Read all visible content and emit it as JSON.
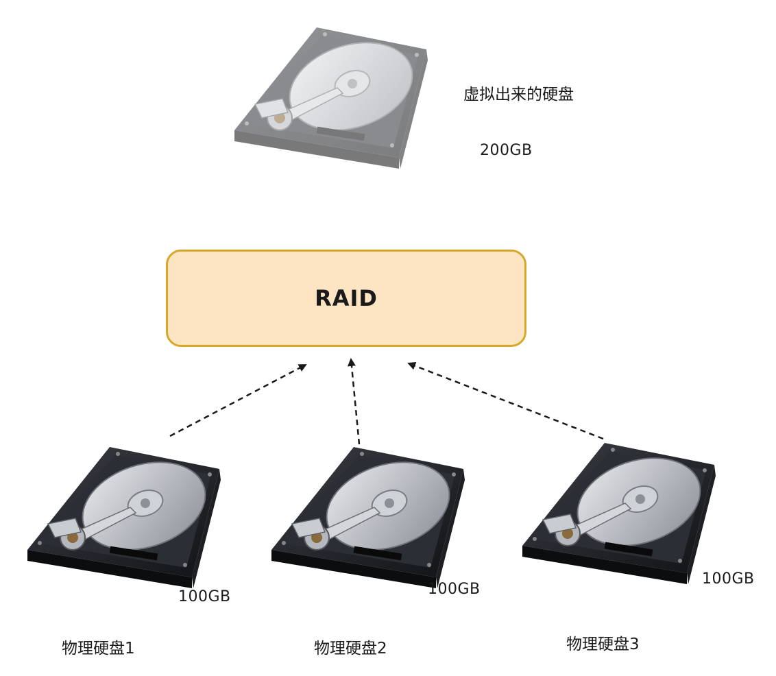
{
  "virtual_drive": {
    "name": "虚拟出来的硬盘",
    "capacity": "200GB"
  },
  "raid": {
    "label": "RAID"
  },
  "physical_drives": [
    {
      "name": "物理硬盘1",
      "capacity": "100GB"
    },
    {
      "name": "物理硬盘2",
      "capacity": "100GB"
    },
    {
      "name": "物理硬盘3",
      "capacity": "100GB"
    }
  ],
  "colors": {
    "raid_fill": "#fde4c3",
    "raid_border": "#d7a72a",
    "arrow": "#1a1a1a"
  },
  "icons": {
    "drive": "hard-disk-drive-icon"
  }
}
